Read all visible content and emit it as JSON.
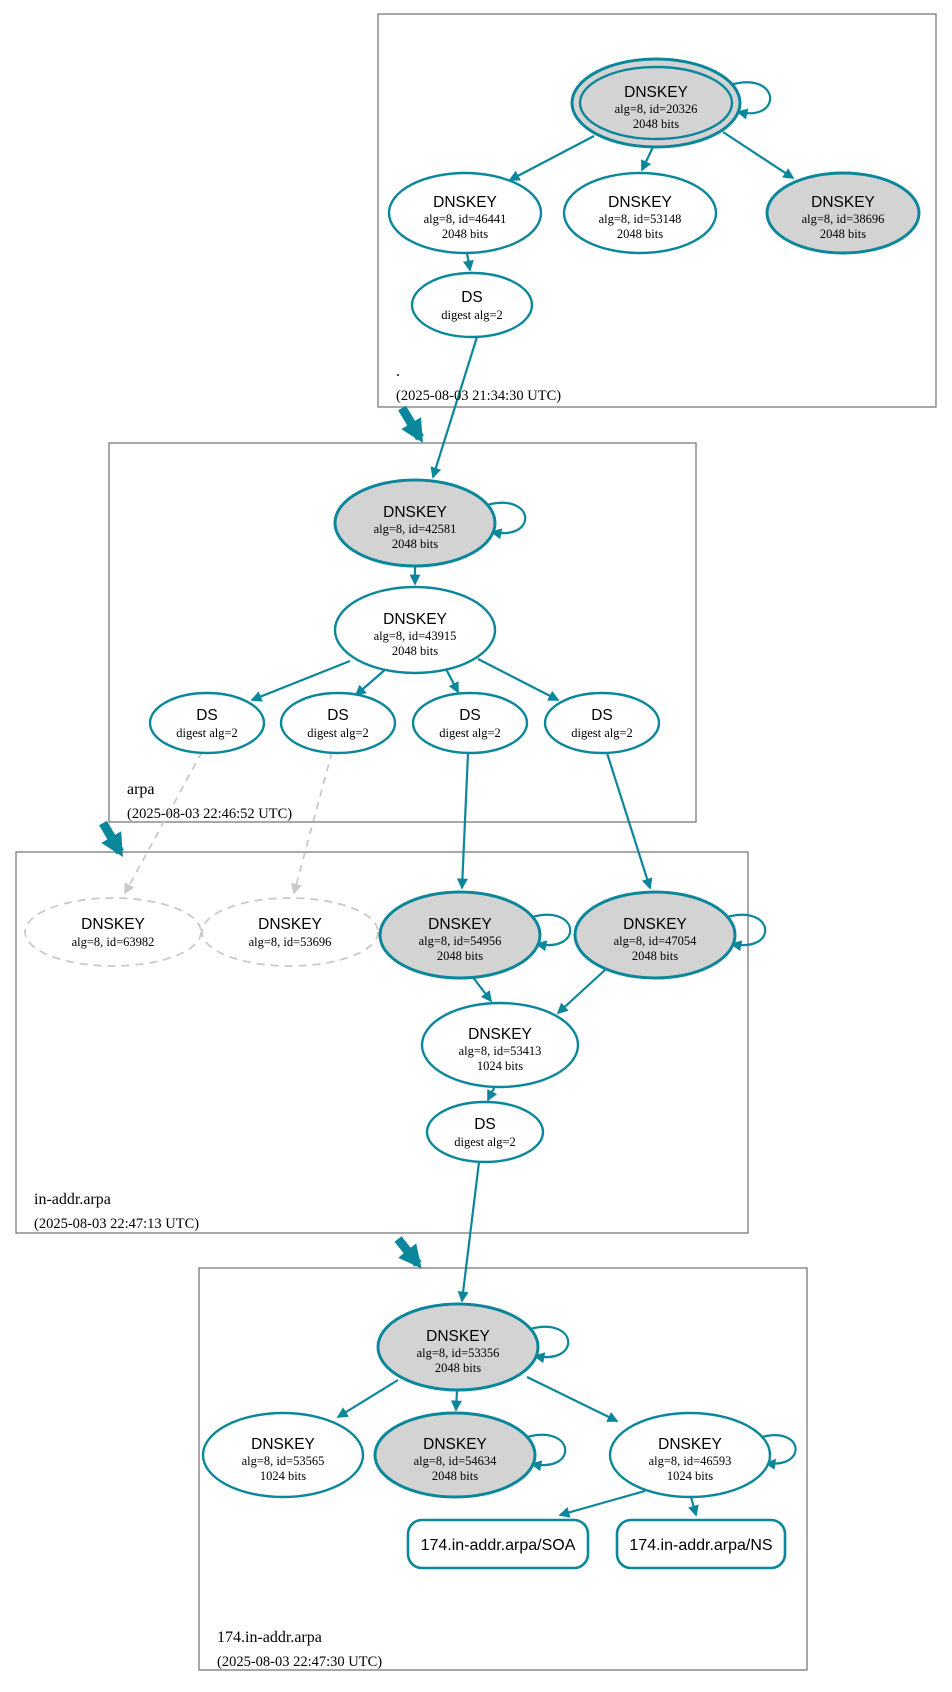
{
  "zones": {
    "root": {
      "label": ".",
      "timestamp": "(2025-08-03 21:34:30 UTC)",
      "nodes": {
        "ksk_20326": {
          "title": "DNSKEY",
          "detail": "alg=8, id=20326",
          "bits": "2048 bits"
        },
        "zsk_46441": {
          "title": "DNSKEY",
          "detail": "alg=8, id=46441",
          "bits": "2048 bits"
        },
        "zsk_53148": {
          "title": "DNSKEY",
          "detail": "alg=8, id=53148",
          "bits": "2048 bits"
        },
        "ksk_38696": {
          "title": "DNSKEY",
          "detail": "alg=8, id=38696",
          "bits": "2048 bits"
        },
        "ds": {
          "title": "DS",
          "detail": "digest alg=2"
        }
      }
    },
    "arpa": {
      "label": "arpa",
      "timestamp": "(2025-08-03 22:46:52 UTC)",
      "nodes": {
        "ksk_42581": {
          "title": "DNSKEY",
          "detail": "alg=8, id=42581",
          "bits": "2048 bits"
        },
        "zsk_43915": {
          "title": "DNSKEY",
          "detail": "alg=8, id=43915",
          "bits": "2048 bits"
        },
        "ds_1": {
          "title": "DS",
          "detail": "digest alg=2"
        },
        "ds_2": {
          "title": "DS",
          "detail": "digest alg=2"
        },
        "ds_3": {
          "title": "DS",
          "detail": "digest alg=2"
        },
        "ds_4": {
          "title": "DS",
          "detail": "digest alg=2"
        }
      }
    },
    "in_addr_arpa": {
      "label": "in-addr.arpa",
      "timestamp": "(2025-08-03 22:47:13 UTC)",
      "nodes": {
        "dnskey_63982": {
          "title": "DNSKEY",
          "detail": "alg=8, id=63982"
        },
        "dnskey_53696": {
          "title": "DNSKEY",
          "detail": "alg=8, id=53696"
        },
        "ksk_54956": {
          "title": "DNSKEY",
          "detail": "alg=8, id=54956",
          "bits": "2048 bits"
        },
        "ksk_47054": {
          "title": "DNSKEY",
          "detail": "alg=8, id=47054",
          "bits": "2048 bits"
        },
        "zsk_53413": {
          "title": "DNSKEY",
          "detail": "alg=8, id=53413",
          "bits": "1024 bits"
        },
        "ds": {
          "title": "DS",
          "detail": "digest alg=2"
        }
      }
    },
    "net_174": {
      "label": "174.in-addr.arpa",
      "timestamp": "(2025-08-03 22:47:30 UTC)",
      "nodes": {
        "ksk_53356": {
          "title": "DNSKEY",
          "detail": "alg=8, id=53356",
          "bits": "2048 bits"
        },
        "zsk_53565": {
          "title": "DNSKEY",
          "detail": "alg=8, id=53565",
          "bits": "1024 bits"
        },
        "ksk_54634": {
          "title": "DNSKEY",
          "detail": "alg=8, id=54634",
          "bits": "2048 bits"
        },
        "zsk_46593": {
          "title": "DNSKEY",
          "detail": "alg=8, id=46593",
          "bits": "1024 bits"
        },
        "rrset_soa": {
          "label": "174.in-addr.arpa/SOA"
        },
        "rrset_ns": {
          "label": "174.in-addr.arpa/NS"
        }
      }
    }
  },
  "colors": {
    "secure_teal": "#0a879a",
    "ksk_fill_gray": "#d3d3d3",
    "insecure_dashed_gray": "#c9c9c9",
    "zone_box_border": "#7a7a7a",
    "text": "#000000",
    "background": "#ffffff"
  }
}
